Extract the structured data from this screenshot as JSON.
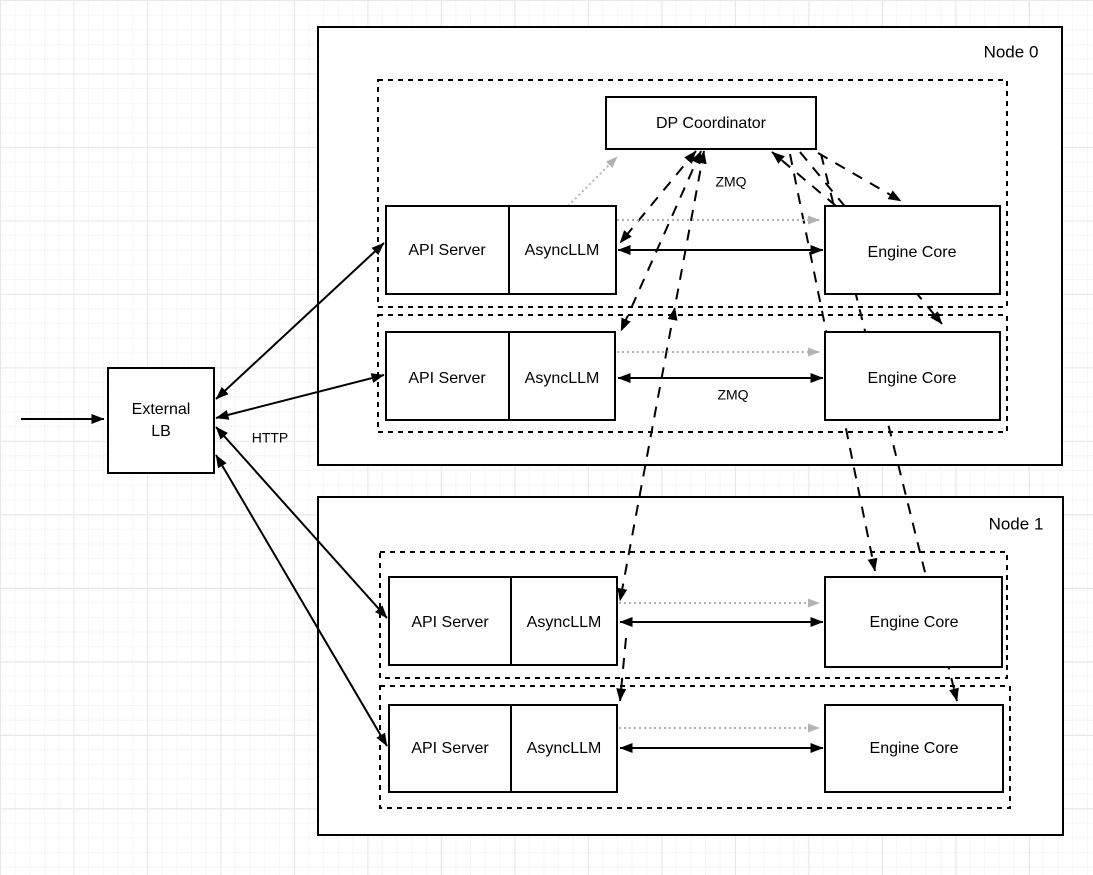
{
  "diagram": {
    "labels": {
      "node0": "Node 0",
      "node1": "Node 1",
      "coordinator": "DP Coordinator",
      "api_server": "API Server",
      "async_llm": "AsyncLLM",
      "engine_core": "Engine Core",
      "external_lb_line1": "External",
      "external_lb_line2": "LB",
      "http": "HTTP",
      "zmq": "ZMQ"
    },
    "colors": {
      "stroke": "#000000",
      "gray_arrow": "#b3b3b3",
      "background": "#ffffff",
      "grid_minor": "#f5f5f5",
      "grid_major": "#e8e8e8"
    }
  }
}
